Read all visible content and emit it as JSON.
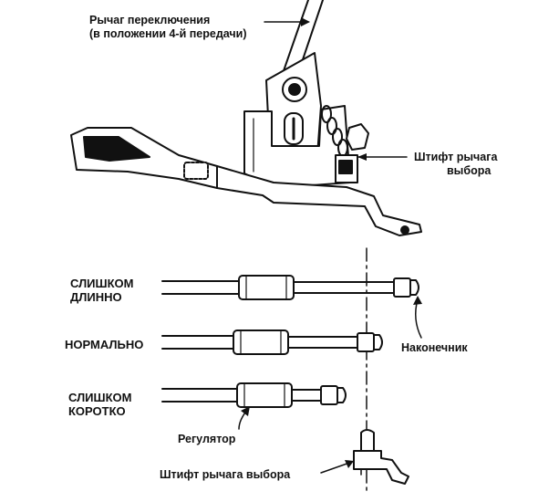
{
  "labels": {
    "shift_lever_line1": "Рычаг переключения",
    "shift_lever_line2": "(в положении 4-й передачи)",
    "select_pin_top_line1": "Штифт рычага",
    "select_pin_top_line2": "выбора",
    "too_long_line1": "СЛИШКОМ",
    "too_long_line2": "ДЛИННО",
    "normal": "НОРМАЛЬНО",
    "too_short_line1": "СЛИШКОМ",
    "too_short_line2": "КОРОТКО",
    "tip": "Наконечник",
    "adjuster": "Регулятор",
    "select_pin_bottom": "Штифт рычага выбора"
  },
  "colors": {
    "ink": "#111111",
    "background": "#ffffff"
  }
}
